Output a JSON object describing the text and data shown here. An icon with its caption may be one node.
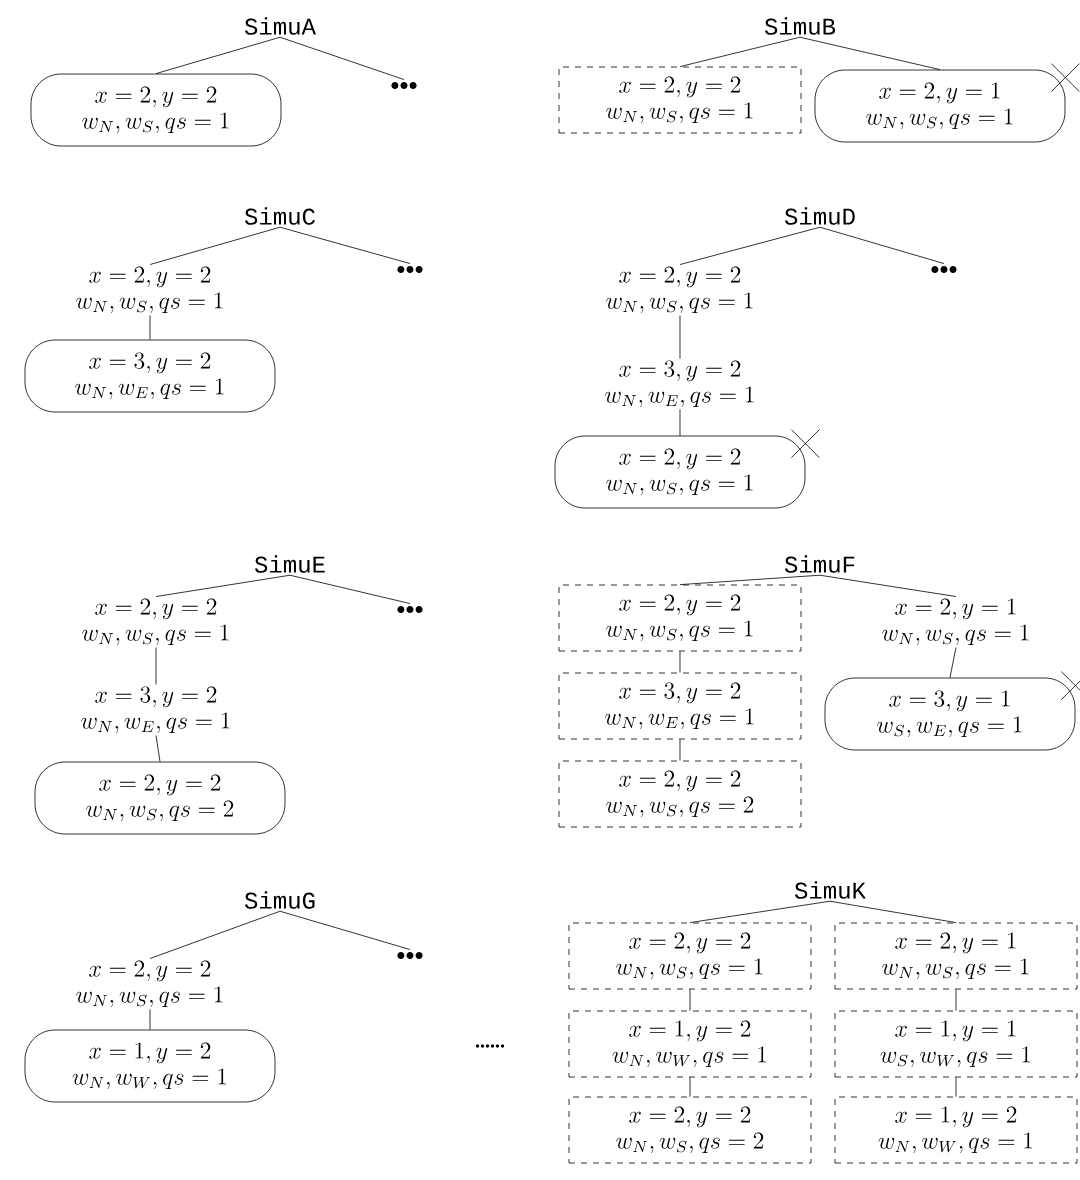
{
  "diagram": {
    "nodes": [
      {
        "text": [
          "SimuA"
        ]
      },
      {
        "text": [
          "x=2,y=2",
          "w_N,w_S,qs=1"
        ]
      },
      {
        "text": [
          "•••"
        ]
      },
      {
        "text": [
          "SimuB"
        ]
      },
      {
        "text": [
          "x=2,y=2",
          "w_N,w_S,qs=1"
        ]
      },
      {
        "text": [
          "x=2,y=1",
          "w_N,w_S,qs=1"
        ]
      },
      {
        "text": [
          "SimuC"
        ]
      },
      {
        "text": [
          "x=2,y=2",
          "w_N,w_S,qs=1"
        ]
      },
      {
        "text": [
          "•••"
        ]
      },
      {
        "text": [
          "x=3,y=2",
          "w_N,w_E,qs=1"
        ]
      },
      {
        "text": [
          "SimuD"
        ]
      },
      {
        "text": [
          "x=2,y=2",
          "w_N,w_S,qs=1"
        ]
      },
      {
        "text": [
          "•••"
        ]
      },
      {
        "text": [
          "x=3,y=2",
          "w_N,w_E,qs=1"
        ]
      },
      {
        "text": [
          "x=2,y=2",
          "w_N,w_S,qs=1"
        ]
      },
      {
        "text": [
          "SimuE"
        ]
      },
      {
        "text": [
          "x=2,y=2",
          "w_N,w_S,qs=1"
        ]
      },
      {
        "text": [
          "•••"
        ]
      },
      {
        "text": [
          "x=3,y=2",
          "w_N,w_E,qs=1"
        ]
      },
      {
        "text": [
          "x=2,y=2",
          "w_N,w_S,qs=2"
        ]
      },
      {
        "text": [
          "SimuF"
        ]
      },
      {
        "text": [
          "x=2,y=2",
          "w_N,w_S,qs=1"
        ]
      },
      {
        "text": [
          "x=2,y=1",
          "w_N,w_S,qs=1"
        ]
      },
      {
        "text": [
          "x=3,y=2",
          "w_N,w_E,qs=1"
        ]
      },
      {
        "text": [
          "x=3,y=1",
          "w_S,w_E,qs=1"
        ]
      },
      {
        "text": [
          "x=2,y=2",
          "w_N,w_S,qs=2"
        ]
      },
      {
        "text": [
          "SimuG"
        ]
      },
      {
        "text": [
          "x=2,y=2",
          "w_N,w_S,qs=1"
        ]
      },
      {
        "text": [
          "•••"
        ]
      },
      {
        "text": [
          "x=1,y=2",
          "w_N,w_W,qs=1"
        ]
      },
      {
        "text": [
          "SimuK"
        ]
      },
      {
        "text": [
          "x=2,y=2",
          "w_N,w_S,qs=1"
        ]
      },
      {
        "text": [
          "x=2,y=1",
          "w_N,w_S,qs=1"
        ]
      },
      {
        "text": [
          "x=1,y=2",
          "w_N,w_W,qs=1"
        ]
      },
      {
        "text": [
          "x=1,y=1",
          "w_S,w_W,qs=1"
        ]
      },
      {
        "text": [
          "x=2,y=2",
          "w_N,w_S,qs=2"
        ]
      },
      {
        "text": [
          "x=1,y=2",
          "w_N,w_W,qs=1"
        ]
      }
    ],
    "edges": [
      {
        "from": 0,
        "to": 1,
        "arrow": "none"
      },
      {
        "from": 0,
        "to": 2,
        "arrow": "none"
      },
      {
        "from": 3,
        "to": 4,
        "arrow": "none"
      },
      {
        "from": 3,
        "to": 5,
        "arrow": "none"
      },
      {
        "from": 6,
        "to": 7,
        "arrow": "none"
      },
      {
        "from": 6,
        "to": 8,
        "arrow": "none"
      },
      {
        "from": 7,
        "to": 9,
        "arrow": "none"
      },
      {
        "from": 10,
        "to": 11,
        "arrow": "none"
      },
      {
        "from": 10,
        "to": 12,
        "arrow": "none"
      },
      {
        "from": 11,
        "to": 13,
        "arrow": "none"
      },
      {
        "from": 13,
        "to": 14,
        "arrow": "none"
      },
      {
        "from": 15,
        "to": 16,
        "arrow": "none"
      },
      {
        "from": 15,
        "to": 17,
        "arrow": "none"
      },
      {
        "from": 16,
        "to": 18,
        "arrow": "none"
      },
      {
        "from": 18,
        "to": 19,
        "arrow": "none"
      },
      {
        "from": 20,
        "to": 21,
        "arrow": "none"
      },
      {
        "from": 20,
        "to": 22,
        "arrow": "none"
      },
      {
        "from": 21,
        "to": 23,
        "arrow": "none"
      },
      {
        "from": 22,
        "to": 24,
        "arrow": "none"
      },
      {
        "from": 23,
        "to": 25,
        "arrow": "none"
      },
      {
        "from": 26,
        "to": 27,
        "arrow": "none"
      },
      {
        "from": 26,
        "to": 28,
        "arrow": "none"
      },
      {
        "from": 27,
        "to": 29,
        "arrow": "none"
      },
      {
        "from": 30,
        "to": 31,
        "arrow": "none"
      },
      {
        "from": 30,
        "to": 32,
        "arrow": "none"
      },
      {
        "from": 31,
        "to": 33,
        "arrow": "none"
      },
      {
        "from": 33,
        "to": 35,
        "arrow": "none"
      },
      {
        "from": 32,
        "to": 34,
        "arrow": "none"
      },
      {
        "from": 34,
        "to": 36,
        "arrow": "none"
      }
    ],
    "labels": [
      "......"
    ]
  }
}
